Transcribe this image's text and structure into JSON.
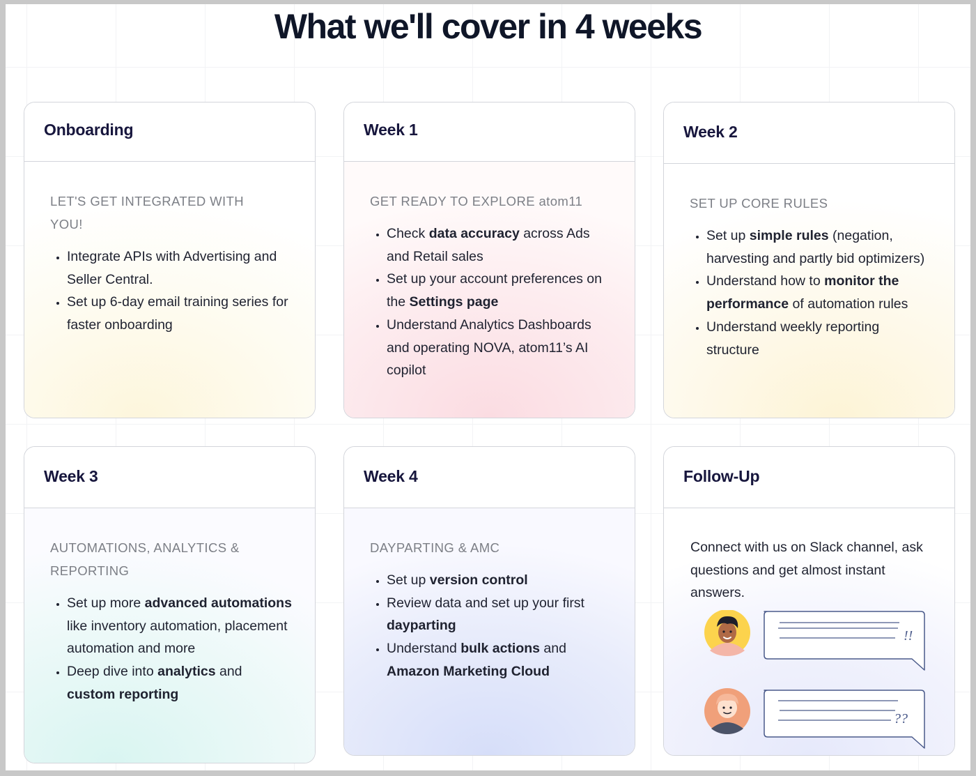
{
  "page": {
    "title": "What we'll cover in 4 weeks"
  },
  "cards": [
    {
      "title": "Onboarding",
      "subtitle": "LET'S GET INTEGRATED WITH YOU!",
      "bullets": [
        [
          {
            "t": "Integrate APIs with Advertising and Seller Central.",
            "b": false
          }
        ],
        [
          {
            "t": "Set up 6-day email training series for faster onboarding",
            "b": false
          }
        ]
      ]
    },
    {
      "title": "Week 1",
      "subtitle": "GET READY TO EXPLORE atom11",
      "bullets": [
        [
          {
            "t": "Check ",
            "b": false
          },
          {
            "t": "data accuracy",
            "b": true
          },
          {
            "t": " across Ads and Retail sales",
            "b": false
          }
        ],
        [
          {
            "t": "Set up your account preferences on the ",
            "b": false
          },
          {
            "t": "Settings page",
            "b": true
          }
        ],
        [
          {
            "t": "Understand Analytics Dashboards and operating NOVA, atom11’s AI copilot",
            "b": false
          }
        ]
      ]
    },
    {
      "title": "Week 2",
      "subtitle": "SET UP CORE RULES",
      "bullets": [
        [
          {
            "t": "Set up ",
            "b": false
          },
          {
            "t": "simple rules",
            "b": true
          },
          {
            "t": " (negation, harvesting and partly bid optimizers)",
            "b": false
          }
        ],
        [
          {
            "t": "Understand how to ",
            "b": false
          },
          {
            "t": "monitor the performance",
            "b": true
          },
          {
            "t": " of automation rules",
            "b": false
          }
        ],
        [
          {
            "t": "Understand weekly reporting structure",
            "b": false
          }
        ]
      ]
    },
    {
      "title": "Week 3",
      "subtitle": "AUTOMATIONS, ANALYTICS & REPORTING",
      "bullets": [
        [
          {
            "t": "Set up more ",
            "b": false
          },
          {
            "t": "advanced automations",
            "b": true
          },
          {
            "t": " like inventory automation, placement automation and more",
            "b": false
          }
        ],
        [
          {
            "t": "Deep dive into ",
            "b": false
          },
          {
            "t": "analytics",
            "b": true
          },
          {
            "t": " and ",
            "b": false
          },
          {
            "t": "custom reporting",
            "b": true
          }
        ]
      ]
    },
    {
      "title": "Week 4",
      "subtitle": "DAYPARTING & AMC",
      "bullets": [
        [
          {
            "t": "Set up ",
            "b": false
          },
          {
            "t": "version control",
            "b": true
          }
        ],
        [
          {
            "t": "Review data and set up your first ",
            "b": false
          },
          {
            "t": "dayparting",
            "b": true
          }
        ],
        [
          {
            "t": "Understand ",
            "b": false
          },
          {
            "t": "bulk actions",
            "b": true
          },
          {
            "t": " and ",
            "b": false
          },
          {
            "t": "Amazon Marketing Cloud",
            "b": true
          }
        ]
      ]
    },
    {
      "title": "Follow-Up",
      "text": "Connect with us on Slack channel, ask questions and get almost instant answers.",
      "chat_marks": [
        "!!",
        "??"
      ]
    }
  ]
}
